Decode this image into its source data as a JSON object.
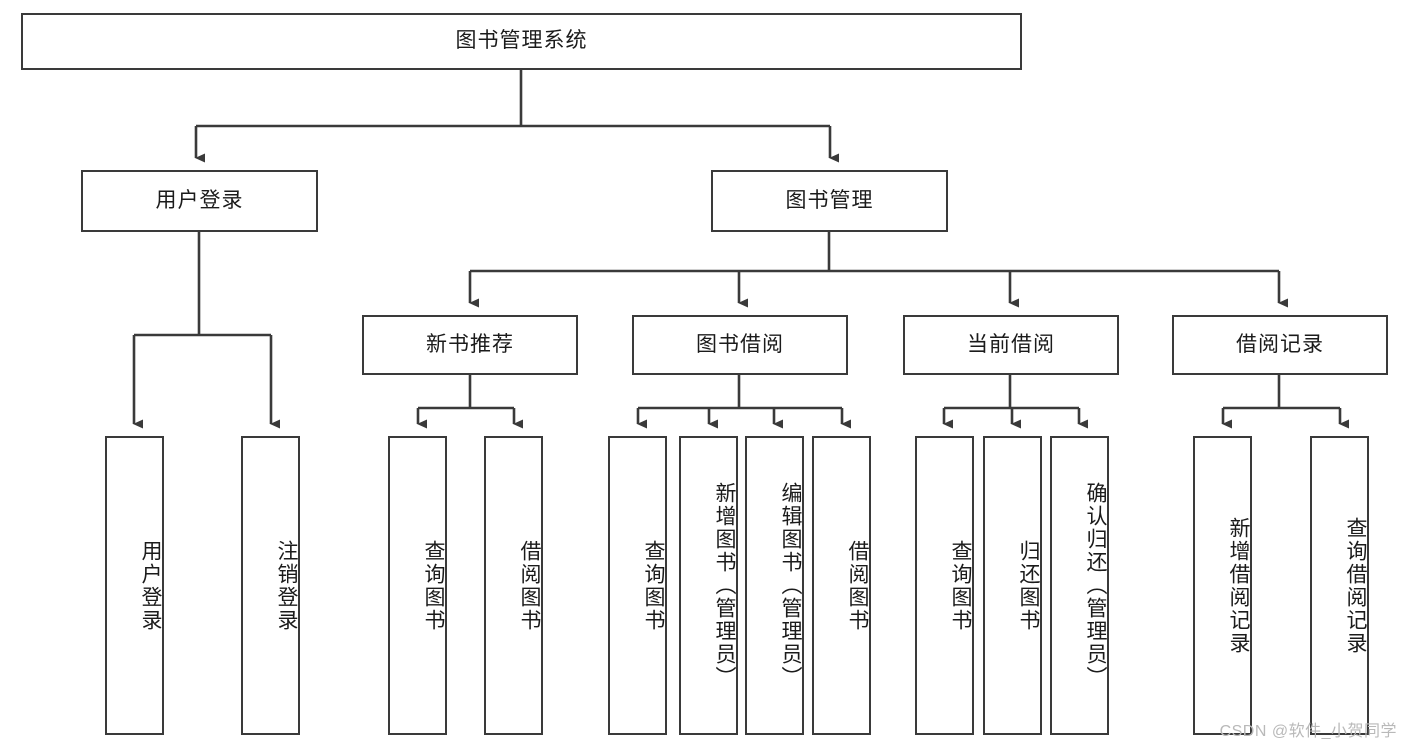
{
  "diagram": {
    "title": "图书管理系统",
    "type": "tree",
    "watermark": "CSDN @软件_小贺同学",
    "colors": {
      "box_border": "#3a3a3a",
      "box_fill": "#ffffff",
      "connector": "#3a3a3a",
      "text": "#1b1b1b",
      "watermark": "#b9b9b9",
      "background": "#ffffff"
    },
    "levels": [
      {
        "level": 1,
        "nodes": [
          {
            "id": "root",
            "label": "图书管理系统",
            "orientation": "horizontal"
          }
        ]
      },
      {
        "level": 2,
        "nodes": [
          {
            "id": "login",
            "label": "用户登录",
            "orientation": "horizontal",
            "parent": "root"
          },
          {
            "id": "bookmgmt",
            "label": "图书管理",
            "orientation": "horizontal",
            "parent": "root"
          }
        ]
      },
      {
        "level": 3,
        "nodes": [
          {
            "id": "newbook",
            "label": "新书推荐",
            "orientation": "horizontal",
            "parent": "bookmgmt"
          },
          {
            "id": "borrow",
            "label": "图书借阅",
            "orientation": "horizontal",
            "parent": "bookmgmt"
          },
          {
            "id": "current",
            "label": "当前借阅",
            "orientation": "horizontal",
            "parent": "bookmgmt"
          },
          {
            "id": "records",
            "label": "借阅记录",
            "orientation": "horizontal",
            "parent": "bookmgmt"
          }
        ]
      },
      {
        "level": 4,
        "nodes": [
          {
            "id": "leaf1",
            "label": "用户登录",
            "orientation": "vertical",
            "parent": "login"
          },
          {
            "id": "leaf2",
            "label": "注销登录",
            "orientation": "vertical",
            "parent": "login"
          },
          {
            "id": "leaf3",
            "label": "查询图书",
            "orientation": "vertical",
            "parent": "newbook"
          },
          {
            "id": "leaf4",
            "label": "借阅图书",
            "orientation": "vertical",
            "parent": "newbook"
          },
          {
            "id": "leaf5",
            "label": "查询图书",
            "orientation": "vertical",
            "parent": "borrow"
          },
          {
            "id": "leaf6",
            "label": "新增图书（管理员）",
            "orientation": "vertical",
            "parent": "borrow"
          },
          {
            "id": "leaf7",
            "label": "编辑图书（管理员）",
            "orientation": "vertical",
            "parent": "borrow"
          },
          {
            "id": "leaf8",
            "label": "借阅图书",
            "orientation": "vertical",
            "parent": "borrow"
          },
          {
            "id": "leaf9",
            "label": "查询图书",
            "orientation": "vertical",
            "parent": "current"
          },
          {
            "id": "leaf10",
            "label": "归还图书",
            "orientation": "vertical",
            "parent": "current"
          },
          {
            "id": "leaf11",
            "label": "确认归还（管理员）",
            "orientation": "vertical",
            "parent": "current"
          },
          {
            "id": "leaf12",
            "label": "新增借阅记录",
            "orientation": "vertical",
            "parent": "records"
          },
          {
            "id": "leaf13",
            "label": "查询借阅记录",
            "orientation": "vertical",
            "parent": "records"
          }
        ]
      }
    ]
  }
}
